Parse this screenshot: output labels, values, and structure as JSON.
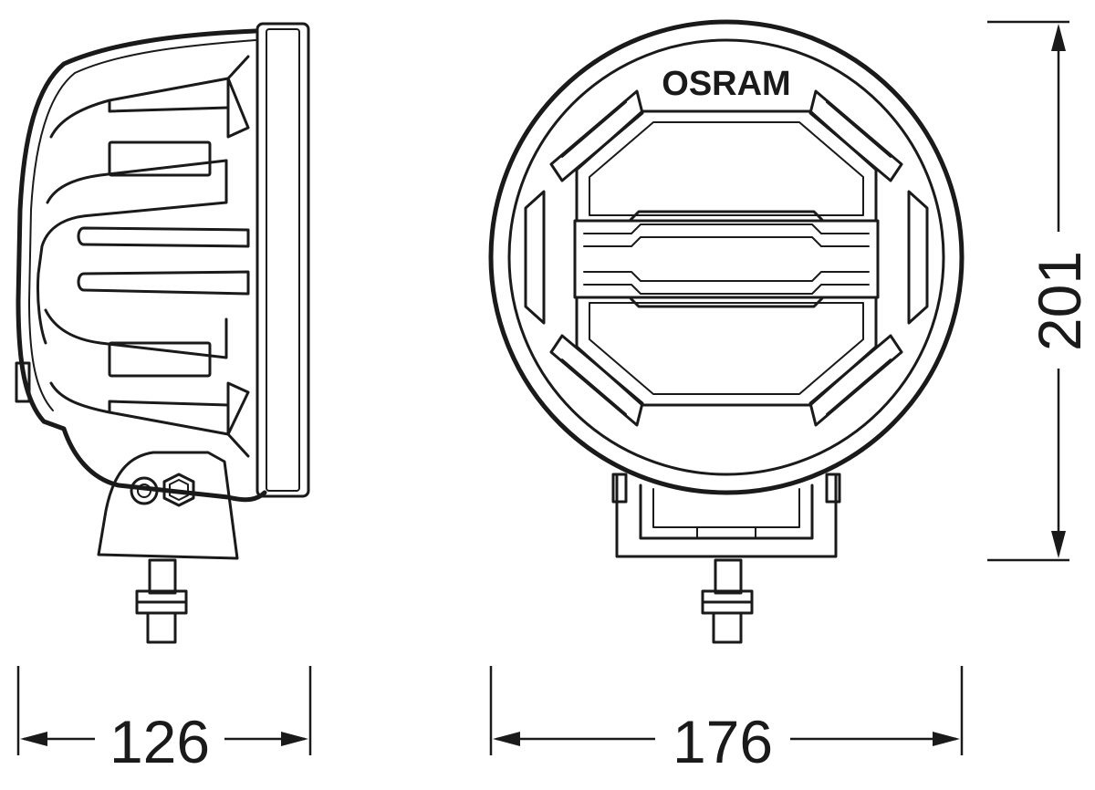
{
  "brand": {
    "logo_text": "OSRAM"
  },
  "dimensions": {
    "side_width": "126",
    "front_width": "176",
    "height": "201"
  },
  "colors": {
    "line": "#1a1a1a",
    "background": "#ffffff"
  }
}
